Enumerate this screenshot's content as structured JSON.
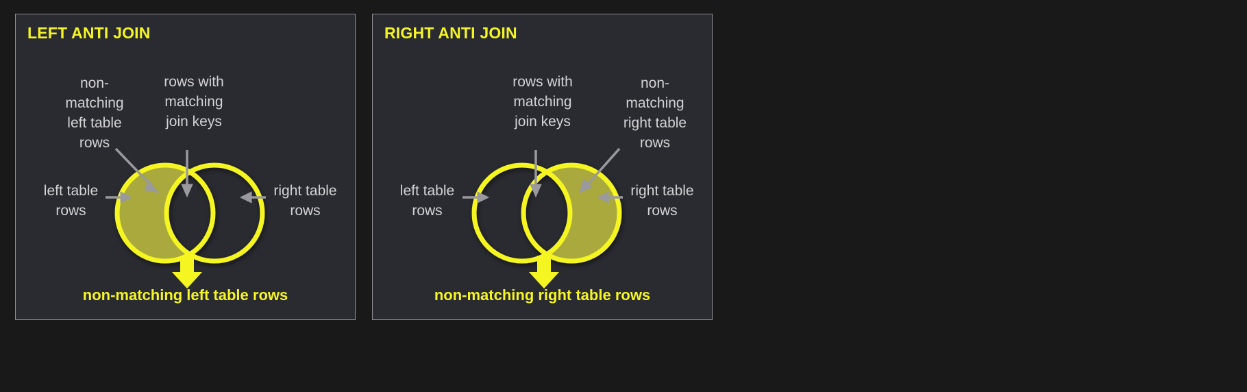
{
  "colors": {
    "page_background": "#19191a",
    "panel_background": "#2a2b31",
    "panel_border": "#8d8d92",
    "accent_yellow": "#f5f522",
    "fill_olive": "#a9a93e",
    "note_text": "#d3d3d6",
    "arrow_grey": "#9a9a9e"
  },
  "panels": [
    {
      "id": "left-anti-join",
      "title": "LEFT ANTI JOIN",
      "caption": "non-matching left table rows",
      "highlighted_region": "left-circle-only",
      "notes": {
        "non_matching": "non-\nmatching\nleft table\nrows",
        "matching_keys": "rows with\nmatching\njoin keys",
        "left_table": "left table\nrows",
        "right_table": "right table\nrows"
      }
    },
    {
      "id": "right-anti-join",
      "title": "RIGHT ANTI JOIN",
      "caption": "non-matching right table rows",
      "highlighted_region": "right-circle-only",
      "notes": {
        "matching_keys": "rows with\nmatching\njoin keys",
        "non_matching": "non-\nmatching\nright table\nrows",
        "left_table": "left table\nrows",
        "right_table": "right table\nrows"
      }
    }
  ]
}
